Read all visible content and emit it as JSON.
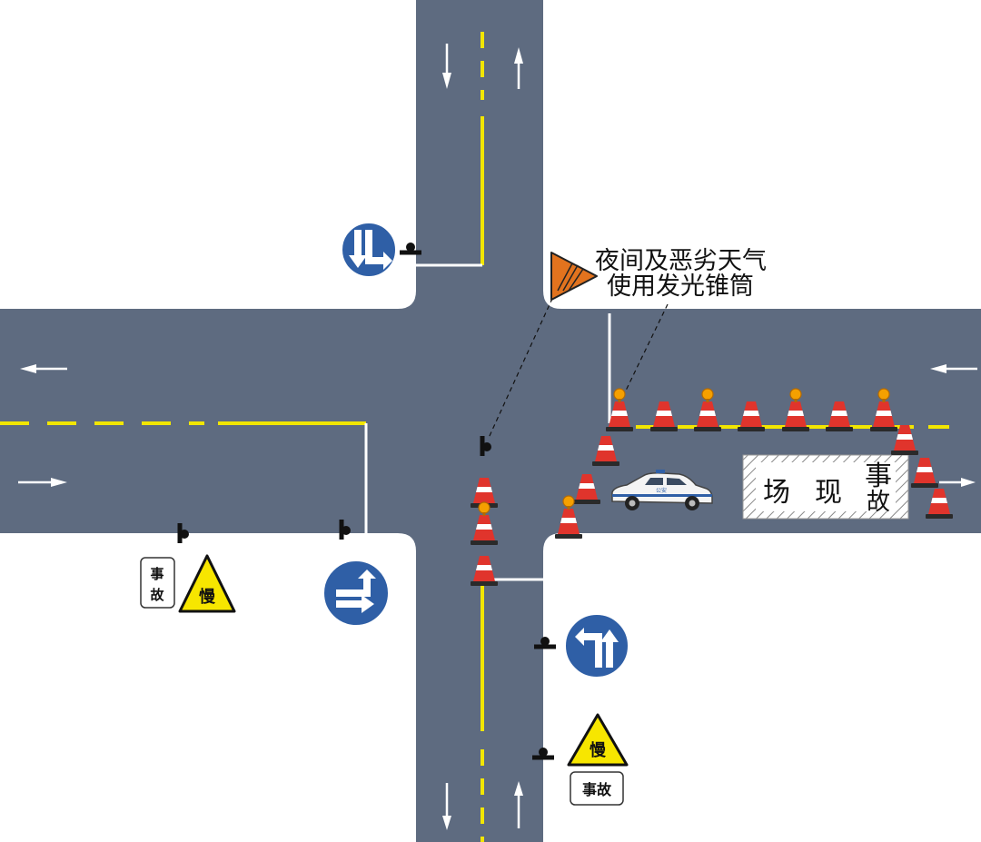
{
  "diagram": {
    "road_color": "#5e6b80",
    "lane_line_color": "#f2e600",
    "stop_line_color": "#ffffff",
    "cone_color": "#e0342c",
    "lamp_color": "#f5a000",
    "sign_blue": "#2f5fa6",
    "warning_yellow": "#f7e600",
    "note": {
      "line1": "夜间及恶劣天气",
      "line2": "使用发光锥筒"
    },
    "scene_label": {
      "col1": "场",
      "col2": "现",
      "col3": "事故"
    },
    "scene_chars": [
      "事",
      "故",
      "现",
      "场"
    ],
    "slow_sign_text": "慢",
    "accident_text": "事故",
    "accident_plate_left": "事\n故",
    "police_car_text": "公安",
    "icons": {
      "direction_sign": "straight-or-left-arrow-icon",
      "warning_sign": "slow-warning-triangle-icon",
      "cone_sign": "road-work-warning-icon",
      "cone": "traffic-cone-icon",
      "lit_cone": "lit-traffic-cone-icon",
      "car": "police-car-icon",
      "arrow": "lane-arrow-icon"
    }
  }
}
